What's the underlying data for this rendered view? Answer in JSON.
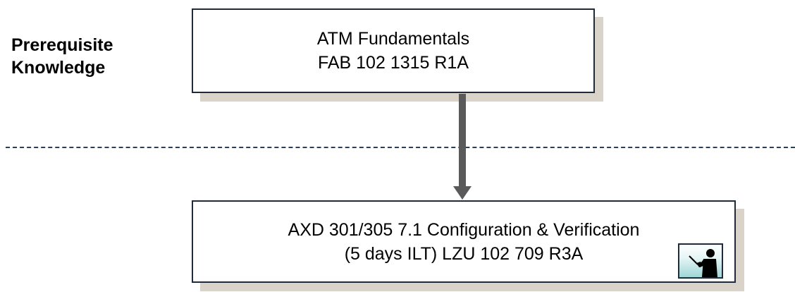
{
  "prerequisite": {
    "line1": "Prerequisite",
    "line2": "Knowledge"
  },
  "courses": [
    {
      "line1": "ATM Fundamentals",
      "line2": "FAB 102 1315 R1A"
    },
    {
      "line1": "AXD 301/305 7.1 Configuration & Verification",
      "line2": "(5 days ILT) LZU 102 709 R3A",
      "icon": "instructor-presenting-icon"
    }
  ],
  "colors": {
    "box_border": "#1f2b3a",
    "box_shadow": "#d9d3c9",
    "divider": "#2c3e55",
    "arrow": "#5a5a5a",
    "icon_gradient_end": "#9fd6d6"
  }
}
